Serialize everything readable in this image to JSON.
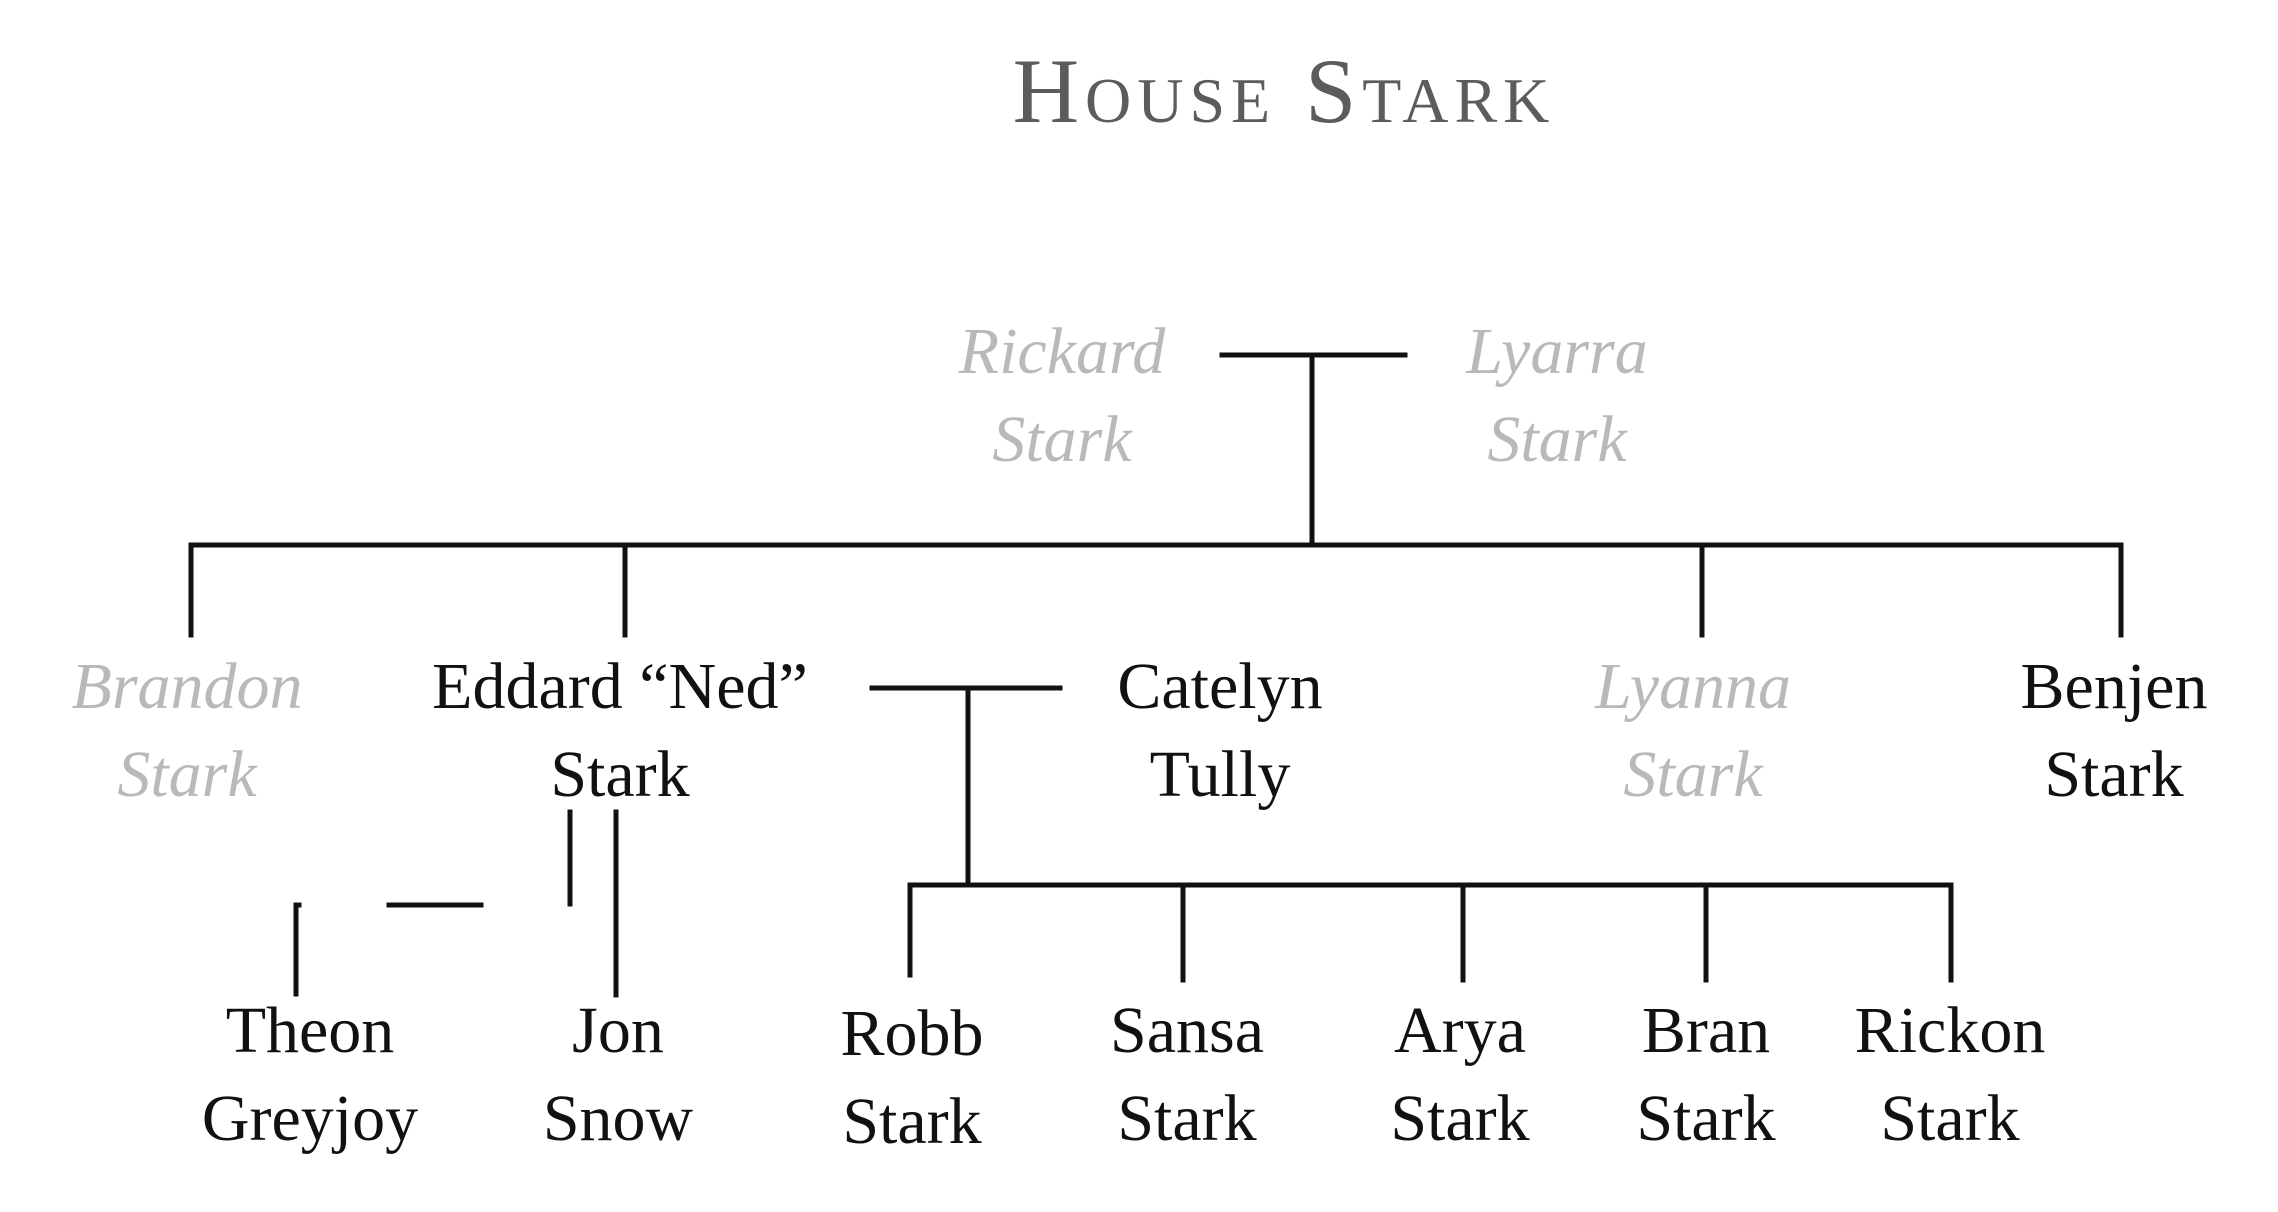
{
  "title": "House Stark",
  "colors": {
    "ink": "#111111",
    "deceased": "#b9b9b9",
    "title": "#5c5c5c"
  },
  "people": {
    "rickard": {
      "line1": "Rickard",
      "line2": "Stark"
    },
    "lyarra": {
      "line1": "Lyarra",
      "line2": "Stark"
    },
    "brandon": {
      "line1": "Brandon",
      "line2": "Stark"
    },
    "eddard": {
      "line1": "Eddard “Ned”",
      "line2": "Stark"
    },
    "catelyn": {
      "line1": "Catelyn",
      "line2": "Tully"
    },
    "lyanna": {
      "line1": "Lyanna",
      "line2": "Stark"
    },
    "benjen": {
      "line1": "Benjen",
      "line2": "Stark"
    },
    "theon": {
      "line1": "Theon",
      "line2": "Greyjoy"
    },
    "jon": {
      "line1": "Jon",
      "line2": "Snow"
    },
    "robb": {
      "line1": "Robb",
      "line2": "Stark"
    },
    "sansa": {
      "line1": "Sansa",
      "line2": "Stark"
    },
    "arya": {
      "line1": "Arya",
      "line2": "Stark"
    },
    "bran": {
      "line1": "Bran",
      "line2": "Stark"
    },
    "rickon": {
      "line1": "Rickon",
      "line2": "Stark"
    }
  }
}
